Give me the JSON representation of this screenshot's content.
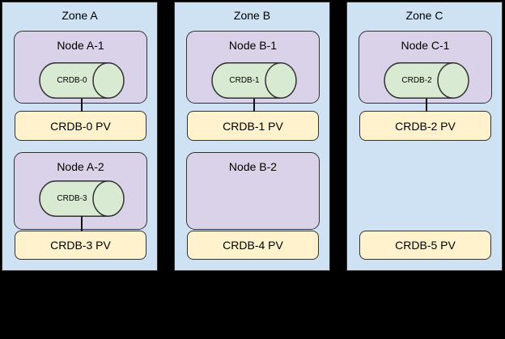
{
  "zones": [
    {
      "title": "Zone A",
      "nodes": [
        {
          "label": "Node A-1",
          "db": "CRDB-0"
        },
        {
          "label": "Node A-2",
          "db": "CRDB-3"
        }
      ],
      "pvs": [
        "CRDB-0 PV",
        "CRDB-3 PV"
      ]
    },
    {
      "title": "Zone B",
      "nodes": [
        {
          "label": "Node B-1",
          "db": "CRDB-1"
        },
        {
          "label": "Node B-2",
          "db": null
        }
      ],
      "pvs": [
        "CRDB-1 PV",
        "CRDB-4 PV"
      ]
    },
    {
      "title": "Zone C",
      "nodes": [
        {
          "label": "Node C-1",
          "db": "CRDB-2"
        }
      ],
      "pvs": [
        "CRDB-2 PV",
        "CRDB-5 PV"
      ]
    }
  ],
  "colors": {
    "background": "#000000",
    "zone_fill": "#cfe2f3",
    "node_fill": "#d9d2e9",
    "db_cylinder_fill": "#d9ead3",
    "pv_fill": "#fff2cc",
    "border": "#323232",
    "text": "#000000"
  }
}
